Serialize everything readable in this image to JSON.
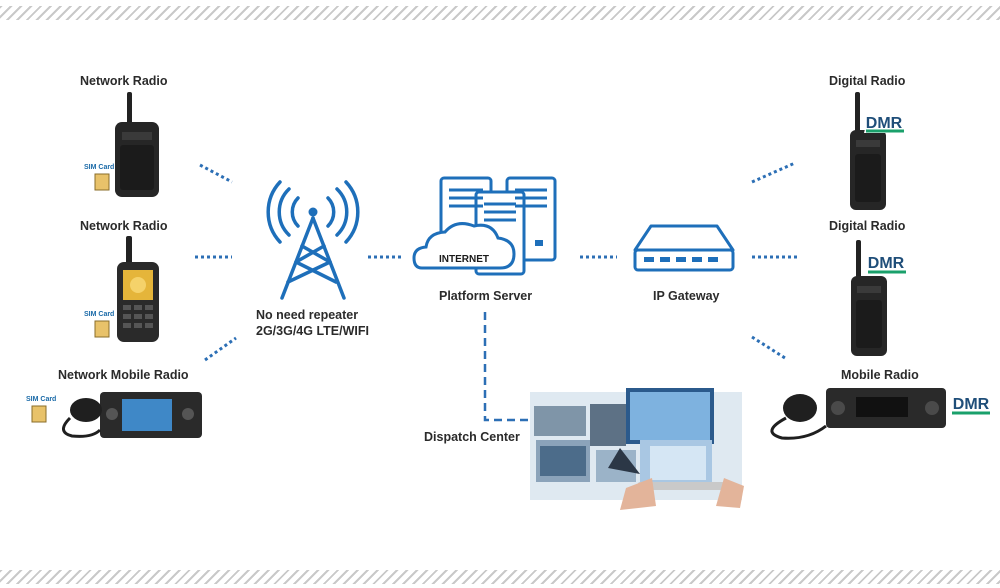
{
  "labels": {
    "network_radio_1": "Network Radio",
    "network_radio_2": "Network Radio",
    "network_mobile_radio": "Network Mobile Radio",
    "tower_line1": "No need repeater",
    "tower_line2": "2G/3G/4G LTE/WIFI",
    "platform_server": "Platform Server",
    "internet": "INTERNET",
    "ip_gateway": "IP Gateway",
    "digital_radio_1": "Digital Radio",
    "digital_radio_2": "Digital Radio",
    "mobile_radio": "Mobile Radio",
    "dispatch_center": "Dispatch Center",
    "sim_card": "SIM Card",
    "dmr_badge": "DMR"
  },
  "colors": {
    "accent_blue": "#1e6fba",
    "dark_device": "#222222",
    "link_blue": "#2c6fb5",
    "text": "#2b2b2b"
  }
}
